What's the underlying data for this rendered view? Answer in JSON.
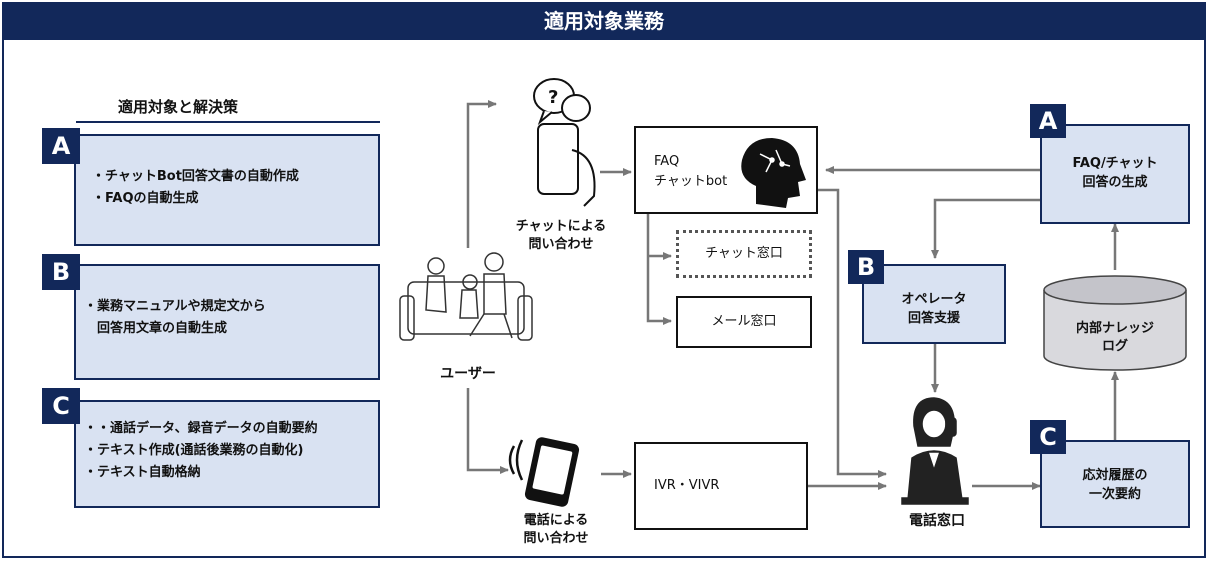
{
  "title": "適用対象業務",
  "left_panel": {
    "heading": "適用対象と解決策",
    "items": [
      {
        "badge": "A",
        "lines": [
          "・チャットBot回答文書の自動作成",
          "・FAQの自動生成"
        ]
      },
      {
        "badge": "B",
        "lines": [
          "・業務マニュアルや規定文から",
          "　回答用文章の自動生成"
        ]
      },
      {
        "badge": "C",
        "lines": [
          "・・通話データ、録音データの自動要約",
          "・テキスト作成(通話後業務の自動化)",
          "・テキスト自動格納"
        ]
      }
    ]
  },
  "flow": {
    "user_label": "ユーザー",
    "chat_inquiry": [
      "チャットによる",
      "問い合わせ"
    ],
    "phone_inquiry": [
      "電話による",
      "問い合わせ"
    ],
    "faq_bot": [
      "FAQ",
      "チャットbot"
    ],
    "chat_window": "チャット窓口",
    "mail_window": "メール窓口",
    "ivr": "IVR・VIVR",
    "phone_window": "電話窓口"
  },
  "right_panel": {
    "a": {
      "badge": "A",
      "lines": [
        "FAQ/チャット",
        "回答の生成"
      ]
    },
    "b": {
      "badge": "B",
      "lines": [
        "オペレータ",
        "回答支援"
      ]
    },
    "c": {
      "badge": "C",
      "lines": [
        "応対履歴の",
        "一次要約"
      ]
    },
    "knowledge": [
      "内部ナレッジ",
      "ログ"
    ]
  },
  "colors": {
    "navy": "#12285a",
    "light_blue": "#d9e2f2",
    "db_fill": "#d9d9dd",
    "arrow": "#777777"
  }
}
